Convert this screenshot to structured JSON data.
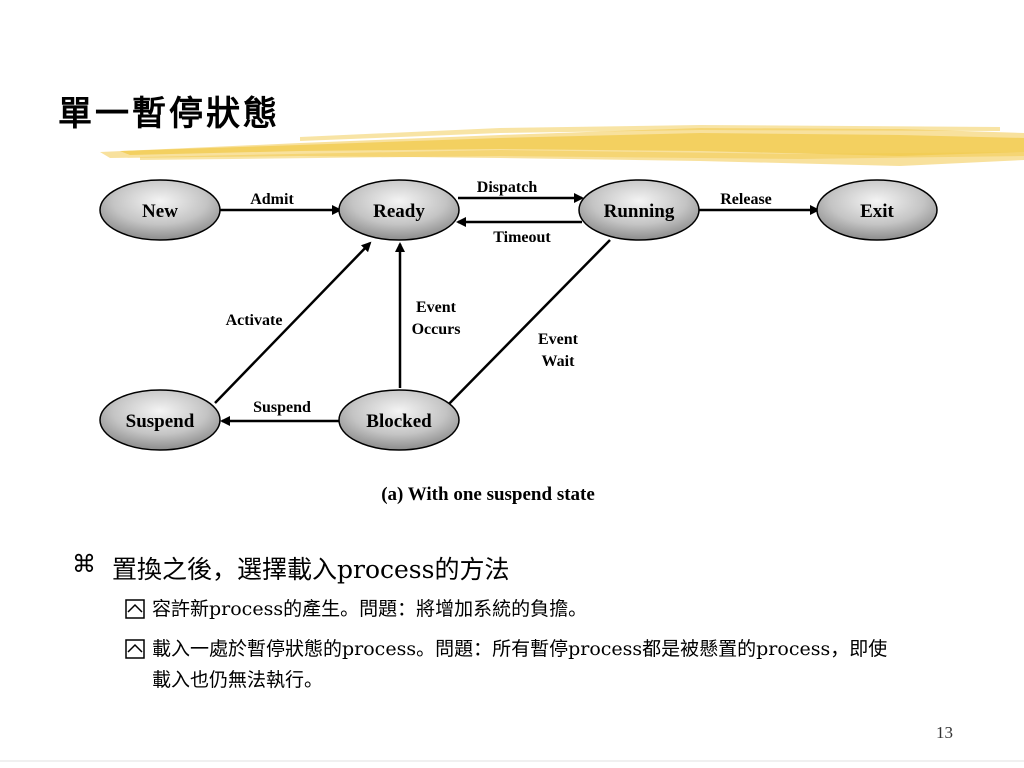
{
  "slide": {
    "title": "單一暫停狀態",
    "page_number": "13"
  },
  "diagram": {
    "nodes": {
      "new": "New",
      "ready": "Ready",
      "running": "Running",
      "exit": "Exit",
      "suspend": "Suspend",
      "blocked": "Blocked"
    },
    "edges": {
      "admit": "Admit",
      "dispatch": "Dispatch",
      "timeout": "Timeout",
      "release": "Release",
      "activate": "Activate",
      "event_occurs_1": "Event",
      "event_occurs_2": "Occurs",
      "event_wait_1": "Event",
      "event_wait_2": "Wait",
      "suspend": "Suspend"
    },
    "caption": "(a) With one suspend state"
  },
  "bullets": {
    "main_glyph": "⌘",
    "main": "置換之後，選擇載入process的方法",
    "sub1": "容許新process的產生。問題：將增加系統的負擔。",
    "sub2": "載入一處於暫停狀態的process。問題：所有暫停process都是被懸置的process，即使載入也仍無法執行。"
  },
  "colors": {
    "highlight": "#f2c94c",
    "node_fill_light": "#f4f4f4",
    "node_fill_dark": "#8c8c8c"
  }
}
